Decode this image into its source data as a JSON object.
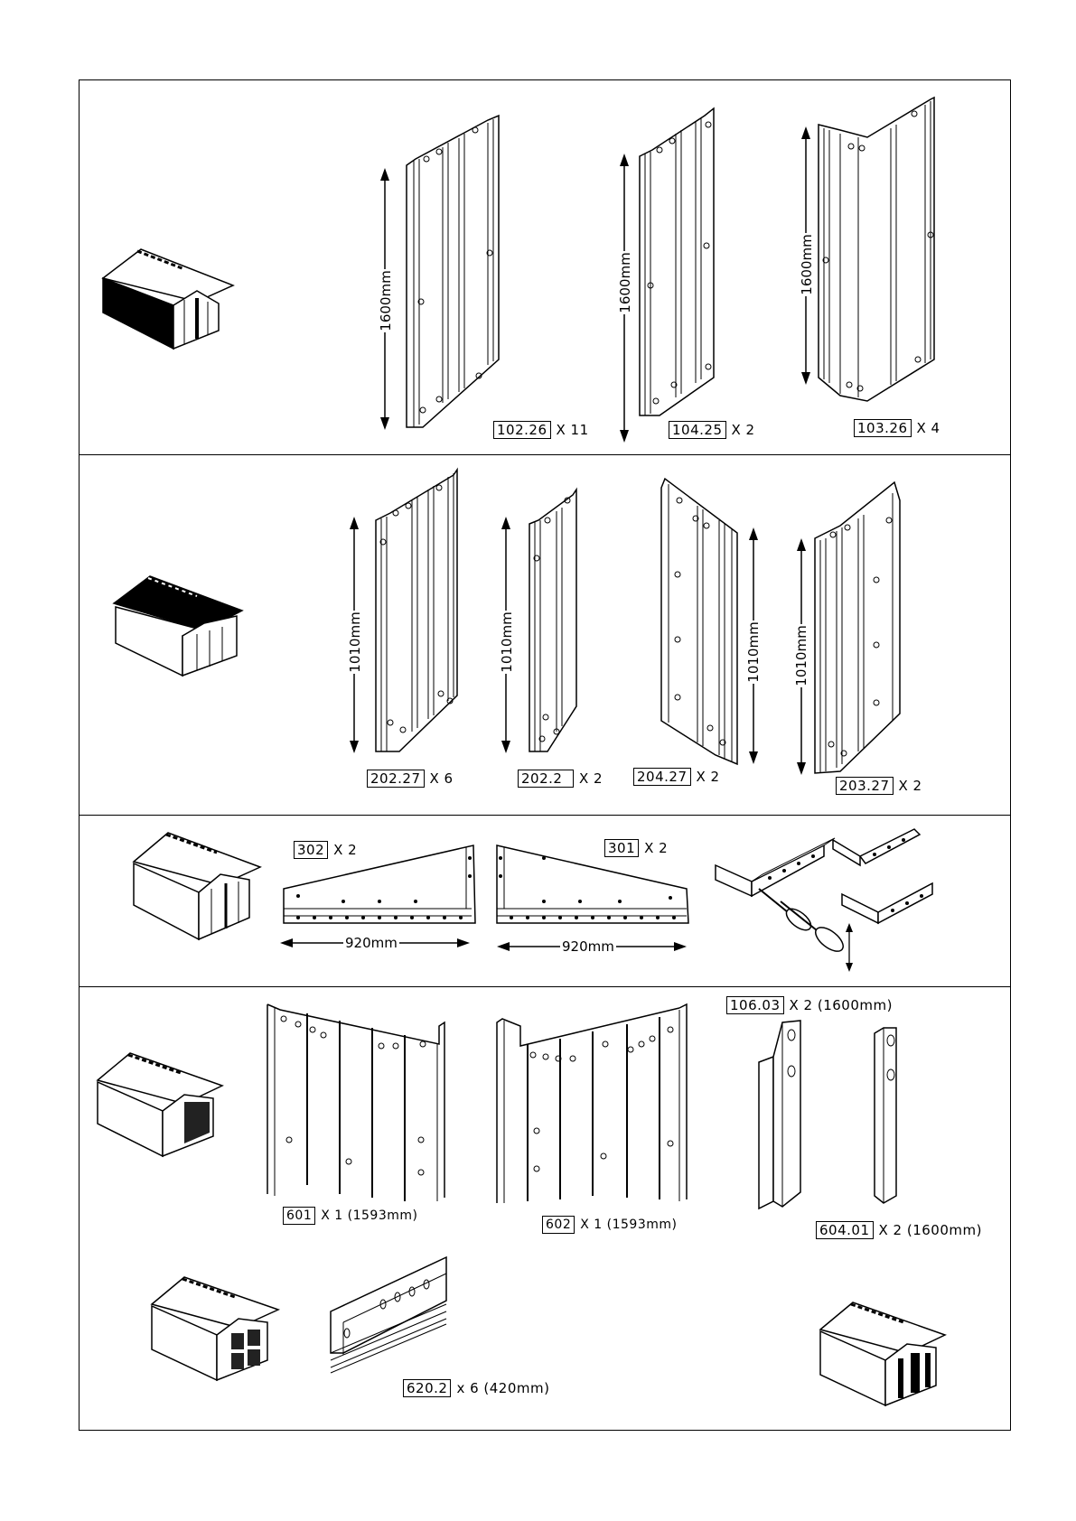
{
  "sections": [
    {
      "parts": [
        {
          "code": "102.26",
          "qty": "X 11"
        },
        {
          "code": "104.25",
          "qty": "X 2"
        },
        {
          "code": "103.26",
          "qty": "X 4"
        }
      ],
      "dims": [
        "1600mm",
        "1600mm",
        "1600mm"
      ]
    },
    {
      "parts": [
        {
          "code": "202.27",
          "qty": "X 6"
        },
        {
          "code": "202.2",
          "qty": "X 2"
        },
        {
          "code": "204.27",
          "qty": "X 2"
        },
        {
          "code": "203.27",
          "qty": "X 2"
        }
      ],
      "dims": [
        "1010mm",
        "1010mm",
        "1010mm",
        "1010mm"
      ]
    },
    {
      "parts": [
        {
          "code": "302",
          "qty": "X 2"
        },
        {
          "code": "301",
          "qty": "X 2"
        }
      ],
      "dims": [
        "920mm",
        "920mm"
      ]
    },
    {
      "parts": [
        {
          "code": "106.03",
          "qty": "X 2 (1600mm)"
        },
        {
          "code": "601",
          "qty": "X 1 (1593mm)"
        },
        {
          "code": "602",
          "qty": "X 1 (1593mm)"
        },
        {
          "code": "604.01",
          "qty": "X 2 (1600mm)"
        },
        {
          "code": "620.2",
          "qty": "x 6 (420mm)"
        }
      ]
    }
  ],
  "icons": [
    "shed-back-wall-icon",
    "shed-roof-icon",
    "shed-gable-icon",
    "shed-side-wall-icon",
    "shed-door-icon",
    "shed-front-wall-icon",
    "screwdriver-icon"
  ]
}
